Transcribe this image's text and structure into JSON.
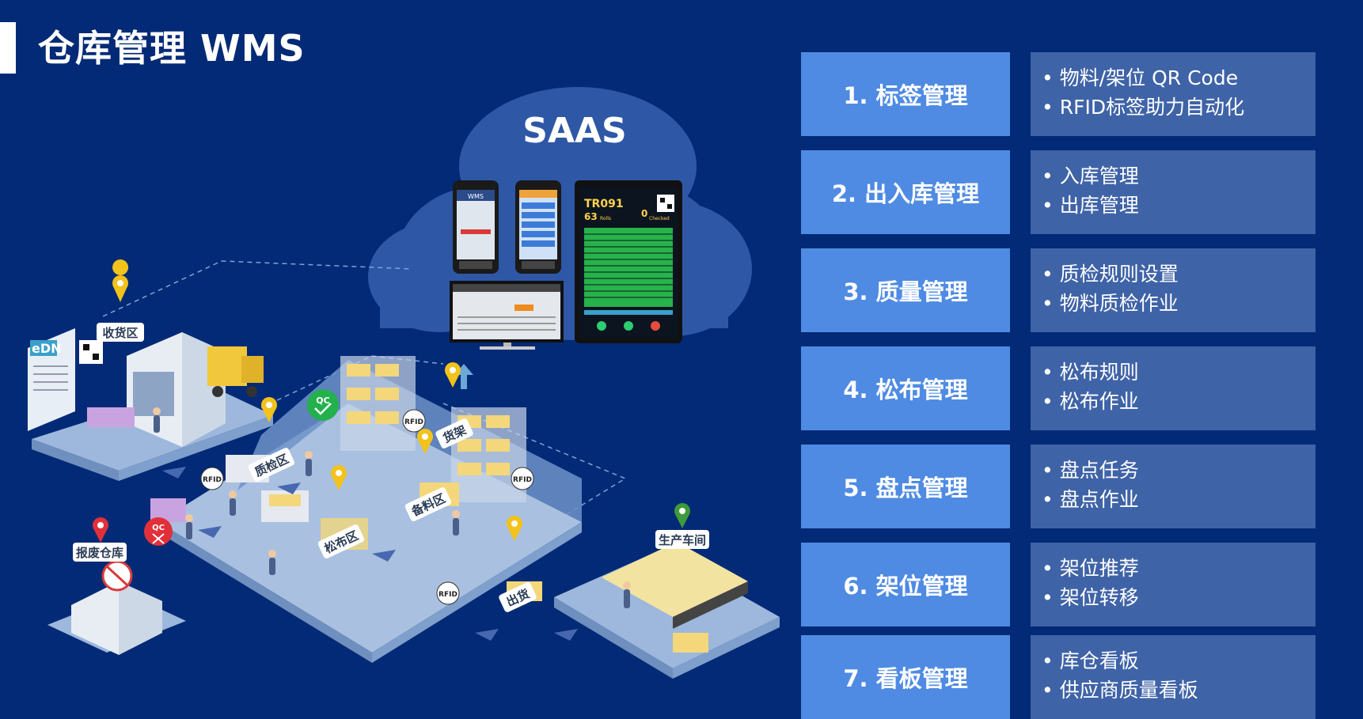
{
  "title": "仓库管理 WMS",
  "cloud_label": "SAAS",
  "device": {
    "tablet_code": "TR091",
    "tablet_count": "63",
    "tablet_count_unit": "Rolls",
    "tablet_checked": "0",
    "tablet_checked_label": "Checked",
    "phone_title": "WMS"
  },
  "zones": {
    "receiving": "收货区",
    "qc": "质检区",
    "relax": "松布区",
    "stock": "备料区",
    "shelf": "货架",
    "shipping": "出货",
    "scrap": "报废仓库",
    "workshop": "生产车间",
    "edn": "eDN",
    "rfid": "RFID",
    "qc_badge": "QC"
  },
  "features": [
    {
      "label": "1. 标签管理",
      "items": [
        "物料/架位 QR Code",
        "RFID标签助力自动化"
      ]
    },
    {
      "label": "2. 出入库管理",
      "items": [
        "入库管理",
        "出库管理"
      ]
    },
    {
      "label": "3. 质量管理",
      "items": [
        "质检规则设置",
        "物料质检作业"
      ]
    },
    {
      "label": "4. 松布管理",
      "items": [
        "松布规则",
        "松布作业"
      ]
    },
    {
      "label": "5. 盘点管理",
      "items": [
        "盘点任务",
        "盘点作业"
      ]
    },
    {
      "label": "6. 架位管理",
      "items": [
        "架位推荐",
        "架位转移"
      ]
    },
    {
      "label": "7. 看板管理",
      "items": [
        "库仓看板",
        "供应商质量看板"
      ]
    }
  ],
  "colors": {
    "background": "#032a76",
    "label_box": "#4f8be3",
    "desc_box": "#3f63a7",
    "pin_yellow": "#f3c21b",
    "pin_red": "#e2303a",
    "pin_green": "#3e9a3a"
  }
}
